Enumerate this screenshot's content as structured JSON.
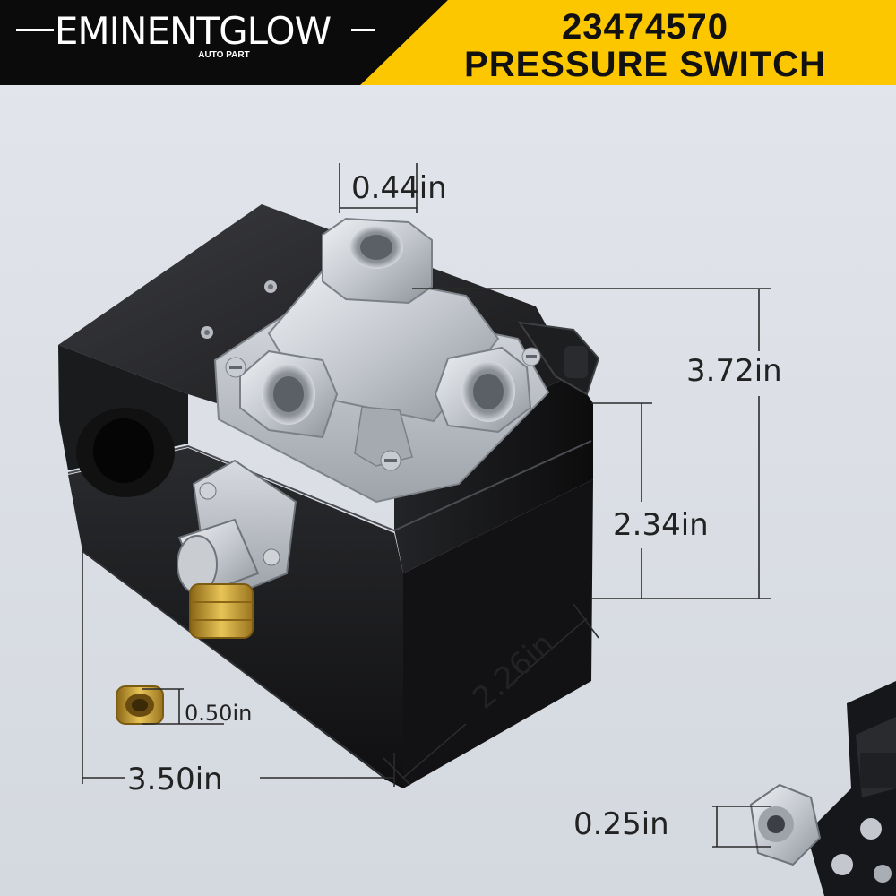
{
  "brand": {
    "name": "EMINENTGLOW",
    "tagline": "AUTO PART"
  },
  "title": {
    "part_number": "23474570",
    "product": "PRESSURE SWITCH"
  },
  "dimensions": {
    "port": "0.44in",
    "height": "3.72in",
    "body_height": "2.34in",
    "depth": "2.26in",
    "width": "3.50in",
    "fitting": "0.50in",
    "valve": "0.25in"
  },
  "colors": {
    "accent": "#fdc700",
    "banner": "#0b0b0b",
    "background": "#dcdfe6",
    "housing": "#1c1c1e",
    "metal": "#c9ccd1",
    "brass": "#c9a030"
  }
}
